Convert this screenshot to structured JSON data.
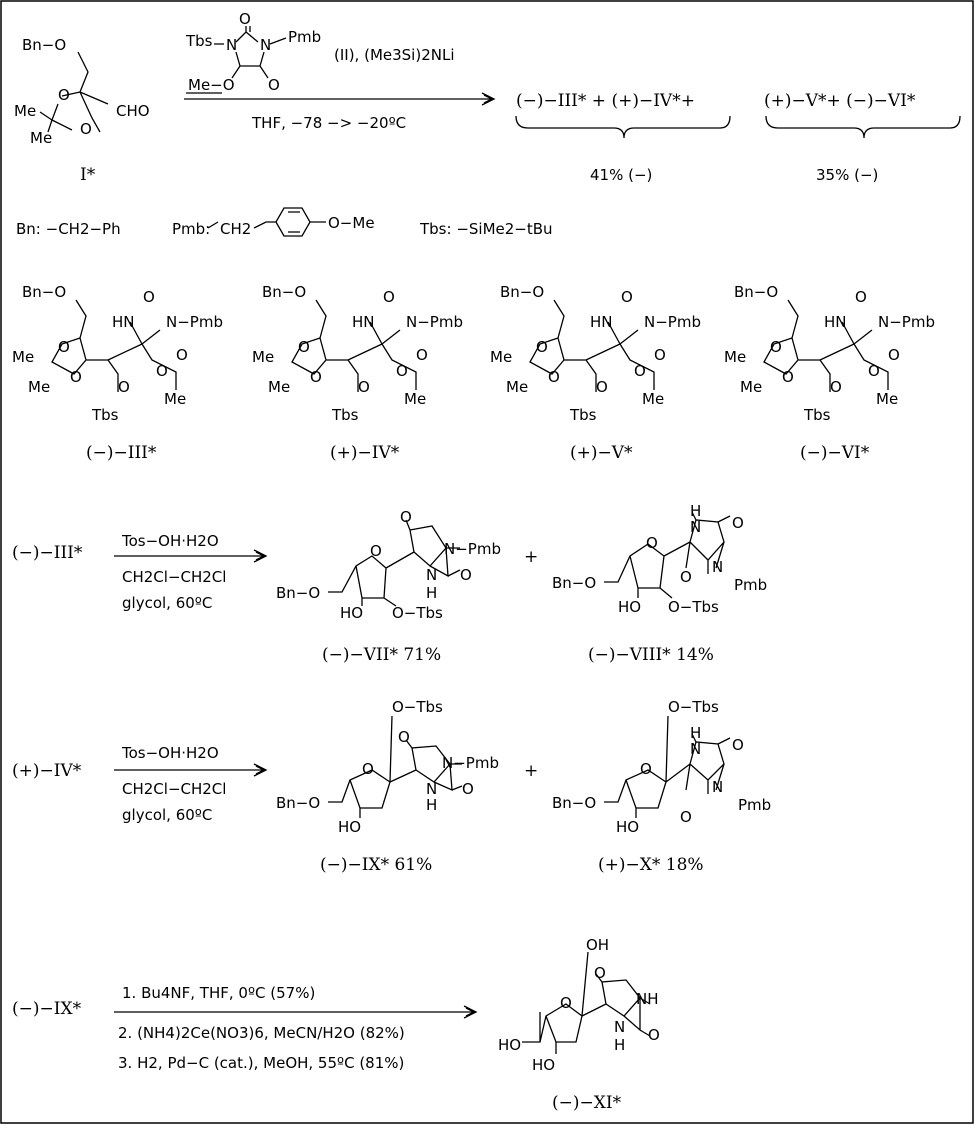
{
  "reaction1": {
    "reagent_line": "(II), (Me3Si)2NLi",
    "conditions": "THF, −78 −> −20ºC",
    "products_a": "(−)−III* +  (+)−IV*+",
    "products_b": "(+)−V*+  (−)−VI*",
    "yield_a": "41% (−)",
    "yield_b": "35% (−)"
  },
  "reagent_II": {
    "tbs": "Tbs",
    "pmb": "Pmb",
    "meo": "Me−O",
    "n1": "N",
    "n2": "N",
    "o1": "O",
    "o2": "O"
  },
  "compound_I": {
    "label": "I*",
    "bn_o": "Bn−O",
    "me1": "Me",
    "me2": "Me",
    "o1": "O",
    "o2": "O",
    "cho": "CHO"
  },
  "abbreviations": {
    "bn": "Bn: −CH2−Ph",
    "pmb_prefix": "Pmb:",
    "pmb_ch2": "CH2",
    "pmb_ome": "O−Me",
    "tbs": "Tbs: −SiMe2−tBu"
  },
  "adducts": {
    "bn_o": "Bn−O",
    "me": "Me",
    "o": "O",
    "hn": "HN",
    "n_pmb": "N−Pmb",
    "tbs": "Tbs",
    "ome_me": "Me",
    "labels": [
      "(−)−III*",
      "(+)−IV*",
      "(+)−V*",
      "(−)−VI*"
    ]
  },
  "reaction2": {
    "start": "(−)−III*",
    "reagent1": "Tos−OH·H2O",
    "reagent2": "CH2Cl−CH2Cl",
    "reagent3": "glycol, 60ºC",
    "plus": "+",
    "label_a": "(−)−VII* 71%",
    "label_b": "(−)−VIII* 14%"
  },
  "reaction3": {
    "start": "(+)−IV*",
    "reagent1": "Tos−OH·H2O",
    "reagent2": "CH2Cl−CH2Cl",
    "reagent3": "glycol, 60ºC",
    "plus": "+",
    "label_a": "(−)−IX* 61%",
    "label_b": "(+)−X* 18%"
  },
  "spiro_text": {
    "bn_o": "Bn−O",
    "ho": "HO",
    "o_tbs": "O−Tbs",
    "o": "O",
    "n_pmb": "N−Pmb",
    "n": "N",
    "h": "H",
    "pmb": "Pmb"
  },
  "reaction4": {
    "start": "(−)−IX*",
    "step1": "1. Bu4NF, THF, 0ºC (57%)",
    "step2": "2. (NH4)2Ce(NO3)6, MeCN/H2O (82%)",
    "step3": "3. H2, Pd−C (cat.), MeOH, 55ºC (81%)",
    "product_label": "(−)−XI*",
    "oh": "OH",
    "ho": "HO",
    "nh": "NH",
    "n": "N",
    "h": "H",
    "o": "O"
  }
}
